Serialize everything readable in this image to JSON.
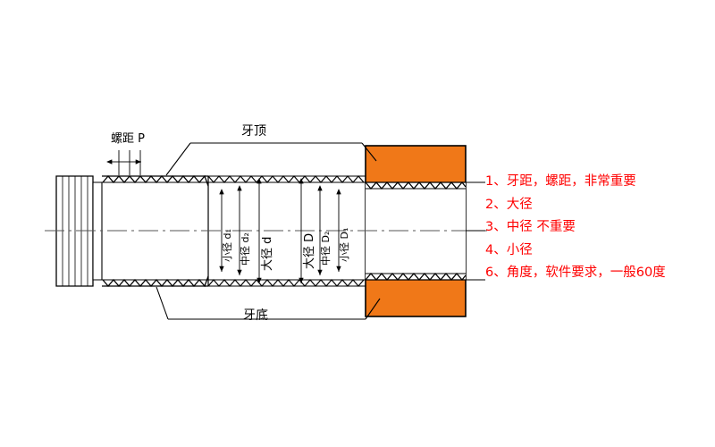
{
  "diagram": {
    "title_labels": {
      "crest": "牙顶",
      "root": "牙底",
      "pitch": "螺距 P"
    },
    "external_thread_dims": [
      {
        "id": "minor",
        "text": "小径 d₁"
      },
      {
        "id": "pitch_dia",
        "text": "中径 d₂"
      },
      {
        "id": "major",
        "text": "大径  d"
      }
    ],
    "internal_thread_dims": [
      {
        "id": "major",
        "text": "大径 D"
      },
      {
        "id": "pitch_dia",
        "text": "中径 D₂"
      },
      {
        "id": "minor",
        "text": "小径 D₁"
      }
    ],
    "colors": {
      "note_text": "#ff0000",
      "nut_fill": "#f07818",
      "line": "#000000",
      "center_line": "#666666"
    }
  },
  "notes": [
    "1、牙距，螺距，非常重要",
    "2、大径",
    "3、中径  不重要",
    "4、小径",
    "6、角度，软件要求，一般60度"
  ]
}
